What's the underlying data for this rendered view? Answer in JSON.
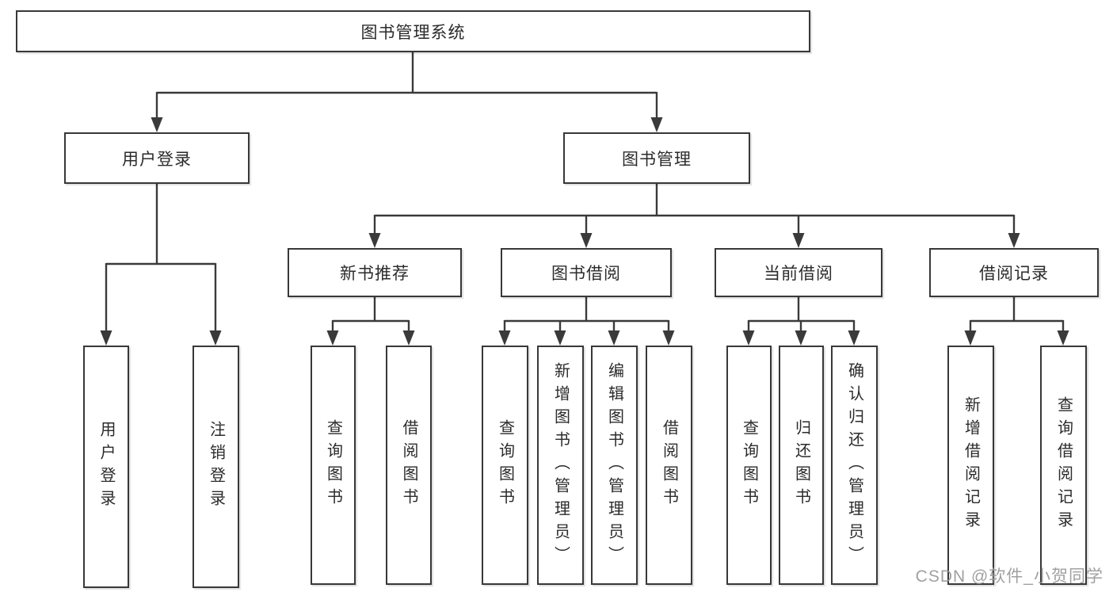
{
  "tree": {
    "root_label": "图书管理系统",
    "branches": [
      {
        "label": "用户登录",
        "leaves": [
          {
            "label": "用户登录"
          },
          {
            "label": "注销登录"
          }
        ]
      },
      {
        "label": "图书管理",
        "groups": [
          {
            "label": "新书推荐",
            "leaves": [
              {
                "label": "查询图书"
              },
              {
                "label": "借阅图书"
              }
            ]
          },
          {
            "label": "图书借阅",
            "leaves": [
              {
                "label": "查询图书"
              },
              {
                "label": "新增图书（管理员）"
              },
              {
                "label": "编辑图书（管理员）"
              },
              {
                "label": "借阅图书"
              }
            ]
          },
          {
            "label": "当前借阅",
            "leaves": [
              {
                "label": "查询图书"
              },
              {
                "label": "归还图书"
              },
              {
                "label": "确认归还（管理员）"
              }
            ]
          },
          {
            "label": "借阅记录",
            "leaves": [
              {
                "label": "新增借阅记录"
              },
              {
                "label": "查询借阅记录"
              }
            ]
          }
        ]
      }
    ]
  },
  "watermark": "CSDN @软件_小贺同学",
  "colors": {
    "background": "#ffffff",
    "box_fill": "#ffffff",
    "box_border": "#383838",
    "line": "#3a3a3a",
    "text": "#2b2b2b",
    "watermark": "#969696"
  }
}
